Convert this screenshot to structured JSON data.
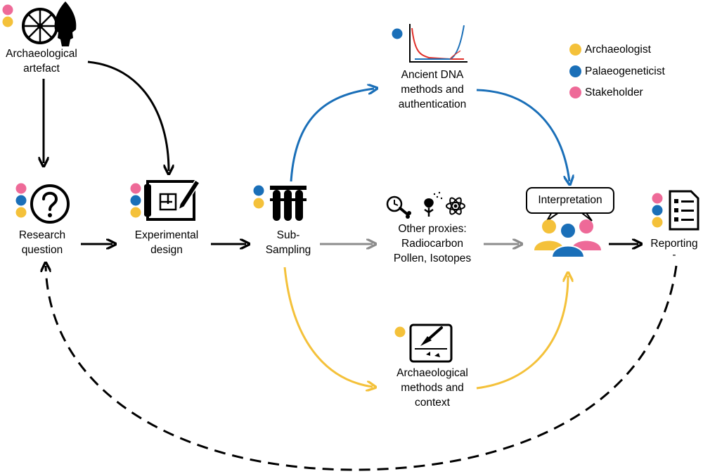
{
  "colors": {
    "archaeologist": "#f4c13a",
    "palaeogeneticist": "#1a6fb8",
    "stakeholder": "#ee6a98",
    "grey_arrow": "#8c8c8c"
  },
  "legend": {
    "archaeologist": "Archaeologist",
    "palaeogeneticist": "Palaeogeneticist",
    "stakeholder": "Stakeholder"
  },
  "nodes": {
    "artefact": {
      "line1": "Archaeological",
      "line2": "artefact",
      "icon": "wheel-and-arrowhead-icon"
    },
    "research_question": {
      "line1": "Research",
      "line2": "question",
      "icon": "question-mark-icon"
    },
    "experimental_design": {
      "line1": "Experimental",
      "line2": "design",
      "icon": "blueprint-pencil-icon"
    },
    "sub_sampling": {
      "line1": "Sub-",
      "line2": "Sampling",
      "icon": "test-tubes-icon"
    },
    "ancient_dna": {
      "line1": "Ancient DNA",
      "line2": "methods and",
      "line3": "authentication",
      "icon": "damage-plot-icon"
    },
    "other_proxies": {
      "line1": "Other proxies:",
      "line2": "Radiocarbon",
      "line3": "Pollen, Isotopes",
      "icon": "clock-bone-flower-atom-icon"
    },
    "archaeological_methods": {
      "line1": "Archaeological",
      "line2": "methods and",
      "line3": "context",
      "icon": "trowel-icon"
    },
    "interpretation": {
      "label": "Interpretation",
      "icon": "people-group-icon"
    },
    "reporting": {
      "label": "Reporting",
      "mark": "-",
      "icon": "report-list-icon"
    }
  }
}
